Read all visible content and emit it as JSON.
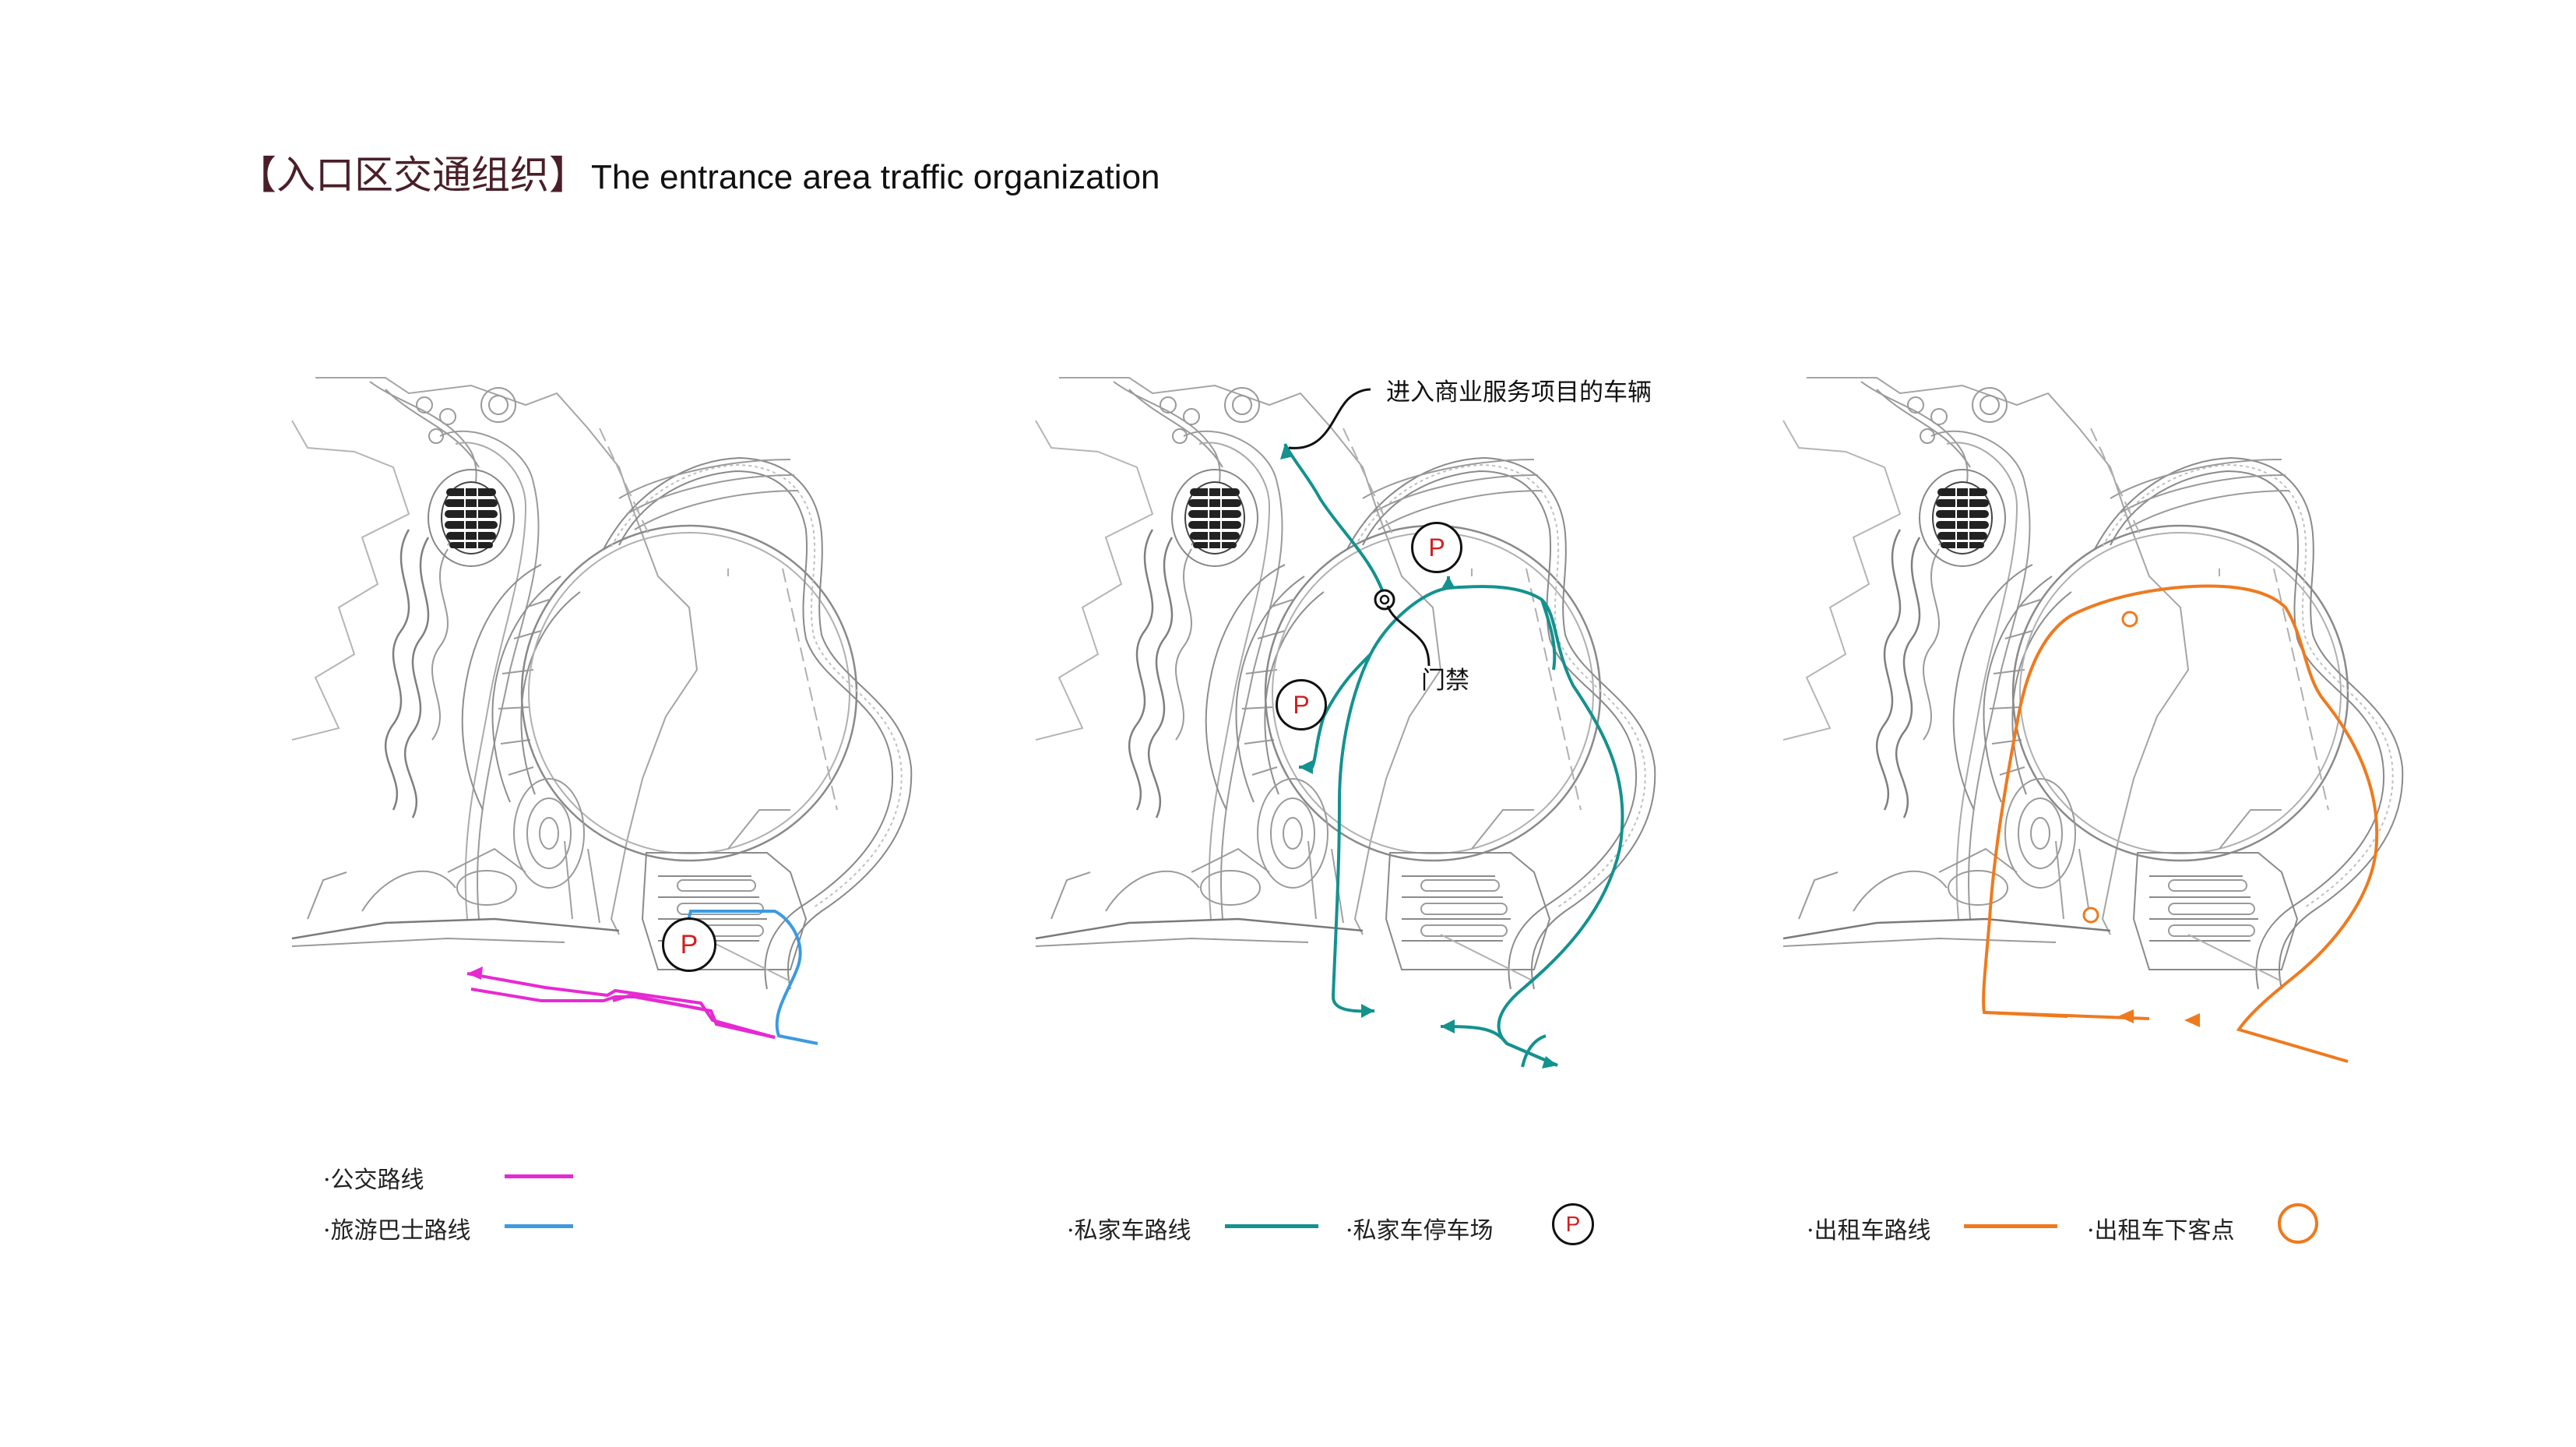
{
  "header": {
    "title_cn": "【入口区交通组织】",
    "title_en": "The entrance area traffic organization"
  },
  "colors": {
    "bus": "#e62ad2",
    "tour_bus": "#3d9ae0",
    "private_car": "#13928e",
    "taxi": "#ef7a1e",
    "title_cn": "#4a1f2a",
    "parking_p": "#d21f1f"
  },
  "panel_bus": {
    "parking_label": "P",
    "legend": {
      "bus_label": "·公交路线",
      "tour_bus_label": "·旅游巴士路线"
    }
  },
  "panel_private": {
    "annotation_commercial": "进入商业服务项目的车辆",
    "annotation_gate": "门禁",
    "parking_label": "P",
    "legend": {
      "route_label": "·私家车路线",
      "parking_label": "·私家车停车场",
      "parking_symbol": "P"
    }
  },
  "panel_taxi": {
    "legend": {
      "route_label": "·出租车路线",
      "dropoff_label": "·出租车下客点"
    }
  }
}
